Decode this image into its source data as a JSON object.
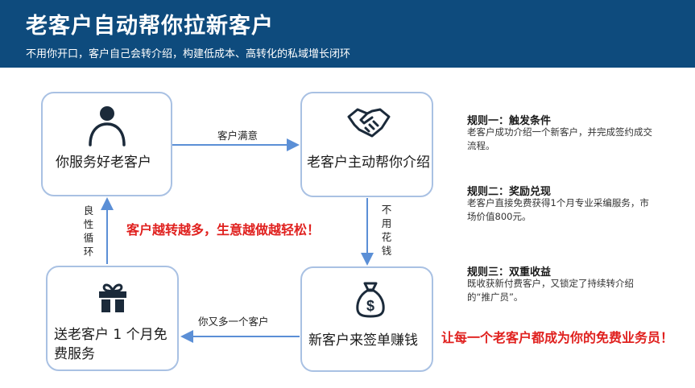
{
  "header": {
    "title": "老客户自动帮你拉新客户",
    "subtitle": "不用你开口，客户自己会转介绍，构建低成本、高转化的私域增长闭环"
  },
  "nodes": {
    "serve": "你服务好老客户",
    "refer": "老客户主动帮你介绍",
    "sign": "新客户来签单赚钱",
    "gift": "送老客户 1 个月免费服务"
  },
  "edges": {
    "satisfied": "客户满意",
    "free": "不用花钱",
    "one_more": "你又多一个客户",
    "cycle": "良性循环"
  },
  "center_slogan": "客户越转越多，生意越做越轻松！",
  "bottom_slogan": "让每一个老客户都成为你的免费业务员！",
  "rules": [
    {
      "title": "规则一：触发条件",
      "text": "老客户成功介绍一个新客户，并完成签约成交流程。"
    },
    {
      "title": "规则二：奖励兑现",
      "text": "老客户直接免费获得1个月专业采编服务，市场价值800元。"
    },
    {
      "title": "规则三：双重收益",
      "text": "既收获新付费客户，又锁定了持续转介绍的“推广员”。"
    }
  ],
  "colors": {
    "header_bg": "#0e4b7d",
    "box_border": "#a9c1e3",
    "arrow": "#5b8fd6",
    "accent_red": "#e0211f"
  },
  "icons": [
    "user-icon",
    "handshake-icon",
    "gift-icon",
    "money-bag-icon"
  ]
}
